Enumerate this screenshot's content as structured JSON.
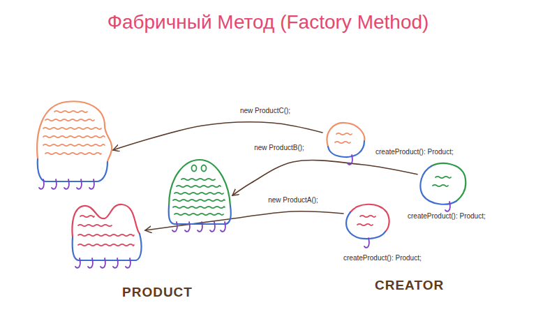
{
  "diagram": {
    "title": "Фабричный Метод (Factory Method)",
    "nodes": [
      {
        "text": []
      },
      {
        "text": [
          "createProduct(): Product;"
        ]
      },
      {
        "text": []
      },
      {
        "text": [
          "createProduct(): Product;"
        ]
      },
      {
        "text": []
      },
      {
        "text": [
          "createProduct(): Product;"
        ]
      }
    ],
    "edges": [
      {
        "from": 1,
        "to": 0,
        "arrow": "to",
        "label": "new ProductC();"
      },
      {
        "from": 3,
        "to": 2,
        "arrow": "to",
        "label": "new ProductB();"
      },
      {
        "from": 5,
        "to": 4,
        "arrow": "to",
        "label": "new ProductA();"
      }
    ],
    "labels": [
      "PRODUCT",
      "CREATOR"
    ]
  }
}
